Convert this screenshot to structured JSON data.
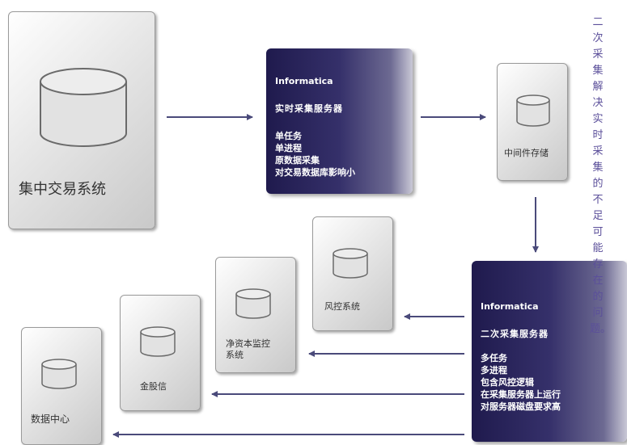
{
  "central_system": {
    "label": "集中交易系统"
  },
  "realtime_server": {
    "title": "Informatica",
    "subtitle": "实时采集服务器",
    "features": [
      "单任务",
      "单进程",
      "原数据采集",
      "对交易数据库影响小"
    ]
  },
  "middleware": {
    "label": "中间件存储"
  },
  "secondary_server": {
    "title": "Informatica",
    "subtitle": "二次采集服务器",
    "features": [
      "多任务",
      "多进程",
      "包含风控逻辑",
      "在采集服务器上运行",
      "对服务器磁盘要求高"
    ]
  },
  "targets": {
    "risk": "风控系统",
    "net_capital_line1": "净资本监控",
    "net_capital_line2": "系统",
    "golden_shares": "金股信",
    "data_center": "数据中心"
  },
  "side_note": "二次采集解决实时采集的不足可能存在的问题。"
}
